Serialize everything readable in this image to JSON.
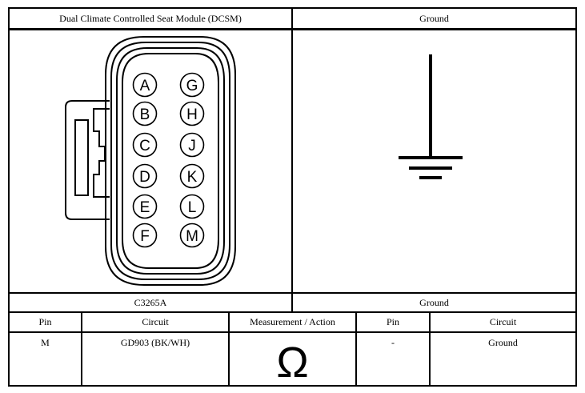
{
  "header": {
    "left_title": "Dual Climate Controlled Seat Module (DCSM)",
    "right_title": "Ground"
  },
  "connector": {
    "pins_left": [
      "A",
      "B",
      "C",
      "D",
      "E",
      "F"
    ],
    "pins_right": [
      "G",
      "H",
      "J",
      "K",
      "L",
      "M"
    ],
    "label": "C3265A"
  },
  "ground": {
    "label": "Ground",
    "icon": "ground-symbol-icon"
  },
  "table": {
    "headers": [
      "Pin",
      "Circuit",
      "Measurement / Action",
      "Pin",
      "Circuit"
    ],
    "row": {
      "pin_left": "M",
      "circuit_left": "GD903 (BK/WH)",
      "measurement_symbol": "Ω",
      "measurement_icon": "ohm-icon",
      "pin_right": "-",
      "circuit_right": "Ground"
    }
  }
}
